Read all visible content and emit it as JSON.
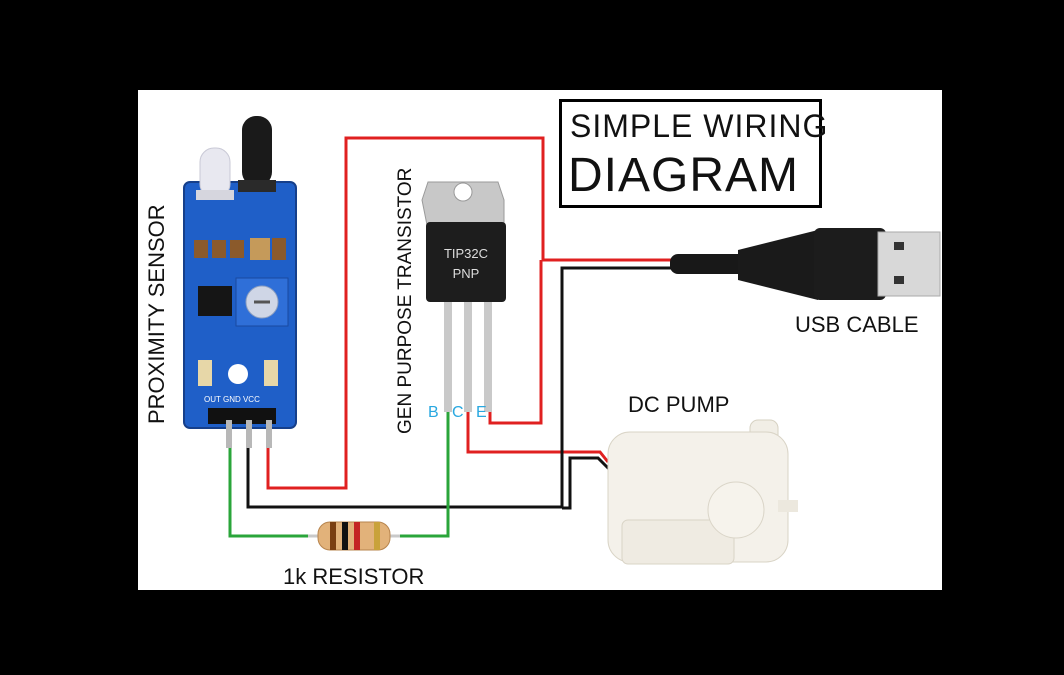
{
  "title": {
    "line1": "SIMPLE WIRING",
    "line2": "DIAGRAM"
  },
  "labels": {
    "proximity_sensor": "PROXIMITY SENSOR",
    "transistor": "GEN PURPOSE TRANSISTOR",
    "usb_cable": "USB CABLE",
    "dc_pump": "DC PUMP",
    "resistor": "1k RESISTOR"
  },
  "transistor": {
    "model": "TIP32C",
    "type": "PNP",
    "pins": [
      "B",
      "C",
      "E"
    ]
  },
  "sensor": {
    "pins": "OUT GND VCC"
  },
  "colors": {
    "background": "#000000",
    "canvas": "#ffffff",
    "wire_red": "#e02020",
    "wire_black": "#111111",
    "wire_green": "#2aa53a",
    "pcb_blue": "#1f5fc8",
    "pin_label": "#29a8e0"
  }
}
